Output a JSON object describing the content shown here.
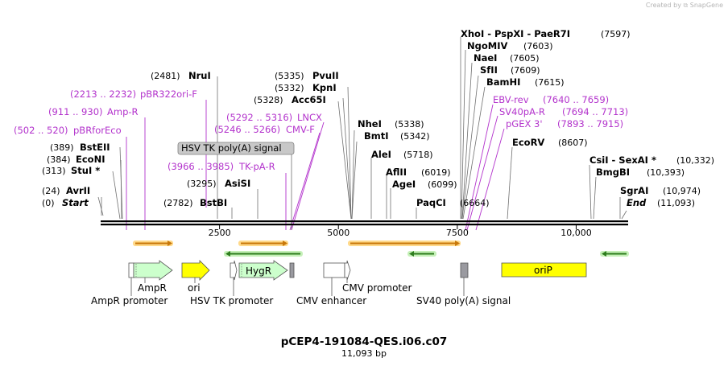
{
  "attribution": {
    "created_by": "Created by",
    "brand": "SnapGene"
  },
  "map": {
    "name": "pCEP4-191084-QES.i06.c07",
    "length_label": "11,093 bp",
    "total_bp": 11093
  },
  "ruler": [
    {
      "bp": 2500,
      "label": "2500"
    },
    {
      "bp": 5000,
      "label": "5000"
    },
    {
      "bp": 7500,
      "label": "7500"
    },
    {
      "bp": 10000,
      "label": "10,000"
    }
  ],
  "sites": [
    {
      "id": "start",
      "name": "Start",
      "pos": "(0)",
      "italic": true
    },
    {
      "id": "avrii",
      "name": "AvrII",
      "pos": "(24)"
    },
    {
      "id": "stui",
      "name": "StuI *",
      "pos": "(313)"
    },
    {
      "id": "econi",
      "name": "EcoNI",
      "pos": "(384)"
    },
    {
      "id": "bsteii",
      "name": "BstEII",
      "pos": "(389)"
    },
    {
      "id": "bstbi",
      "name": "BstBI",
      "pos": "(2782)"
    },
    {
      "id": "nrui",
      "name": "NruI",
      "pos": "(2481)"
    },
    {
      "id": "asisi",
      "name": "AsiSI",
      "pos": "(3295)"
    },
    {
      "id": "acc65i",
      "name": "Acc65I",
      "pos": "(5328)"
    },
    {
      "id": "kpni",
      "name": "KpnI",
      "pos": "(5332)"
    },
    {
      "id": "pvuii",
      "name": "PvuII",
      "pos": "(5335)"
    },
    {
      "id": "nhei",
      "name": "NheI",
      "pos": "(5338)"
    },
    {
      "id": "bmti",
      "name": "BmtI",
      "pos": "(5342)"
    },
    {
      "id": "alei",
      "name": "AleI",
      "pos": "(5718)"
    },
    {
      "id": "aflii",
      "name": "AflII",
      "pos": "(6019)"
    },
    {
      "id": "agei",
      "name": "AgeI",
      "pos": "(6099)"
    },
    {
      "id": "paqci",
      "name": "PaqCI",
      "pos": "(6664)"
    },
    {
      "id": "xhoi",
      "name": "XhoI  - PspXI  - PaeR7I",
      "pos": "(7597)"
    },
    {
      "id": "ngomiv",
      "name": "NgoMIV",
      "pos": "(7603)"
    },
    {
      "id": "naei",
      "name": "NaeI",
      "pos": "(7605)"
    },
    {
      "id": "sfii",
      "name": "SfII",
      "pos": "(7609)"
    },
    {
      "id": "bamhi",
      "name": "BamHI",
      "pos": "(7615)"
    },
    {
      "id": "ecorv",
      "name": "EcoRV",
      "pos": "(8607)"
    },
    {
      "id": "csii",
      "name": "CsiI  - SexAI *",
      "pos": "(10,332)"
    },
    {
      "id": "bmgbi",
      "name": "BmgBI",
      "pos": "(10,393)"
    },
    {
      "id": "sgrai",
      "name": "SgrAI",
      "pos": "(10,974)"
    },
    {
      "id": "end",
      "name": "End",
      "pos": "(11,093)",
      "italic": true
    }
  ],
  "primers": [
    {
      "id": "pbrforeco",
      "name": "pBRforEco",
      "range": "(502 .. 520)"
    },
    {
      "id": "ampr",
      "name": "Amp-R",
      "range": "(911 .. 930)"
    },
    {
      "id": "pbr322ori",
      "name": "pBR322ori-F",
      "range": "(2213 .. 2232)"
    },
    {
      "id": "hsvtkpa",
      "name": "HSV TK poly(A) signal",
      "range": ""
    },
    {
      "id": "tkpar",
      "name": "TK-pA-R",
      "range": "(3966 .. 3985)"
    },
    {
      "id": "cmvf",
      "name": "CMV-F",
      "range": "(5246 .. 5266)"
    },
    {
      "id": "lncx",
      "name": "LNCX",
      "range": "(5292 .. 5316)"
    },
    {
      "id": "ebvrev",
      "name": "EBV-rev",
      "range": "(7640 .. 7659)"
    },
    {
      "id": "sv40par",
      "name": "SV40pA-R",
      "range": "(7694 .. 7713)"
    },
    {
      "id": "pgex3",
      "name": "pGEX 3'",
      "range": "(7893 .. 7915)"
    }
  ],
  "features": {
    "ampr": "AmpR",
    "ampr_promoter": "AmpR promoter",
    "ori": "ori",
    "hsv_tk_promoter": "HSV TK promoter",
    "hygr": "HygR",
    "cmv_enhancer": "CMV enhancer",
    "cmv_promoter": "CMV promoter",
    "sv40_polya": "SV40 poly(A) signal",
    "orip": "oriP"
  },
  "colors": {
    "primer": "#b333cc",
    "orip_fill": "#ffff00",
    "ori_fill": "#ffff00",
    "gene_fill": "#ccffcc",
    "orange_arrow": "#c8780a",
    "green_arrow": "#2e7d1e",
    "highlight": "#ffd98a"
  }
}
